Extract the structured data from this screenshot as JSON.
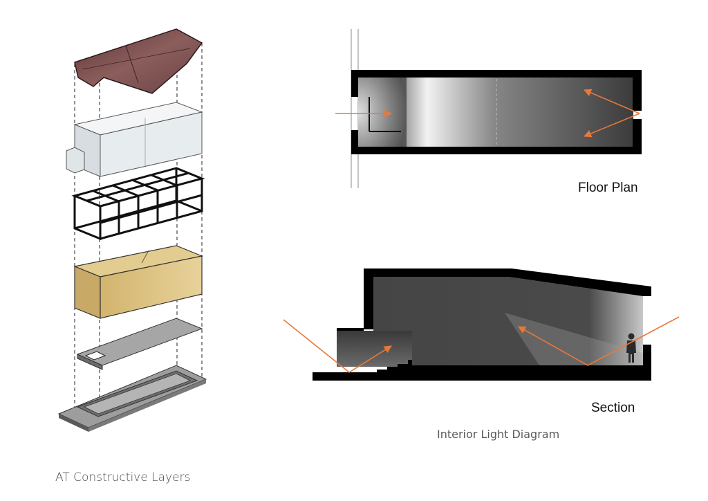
{
  "captions": {
    "constructive_layers": "AT Constructive Layers",
    "interior_light_diagram": "Interior Light Diagram",
    "floor_plan": "Floor Plan",
    "section": "Section"
  },
  "colors": {
    "light_ray": "#e8783a",
    "wall": "#000000",
    "roof": "#7a4e4e",
    "envelope": "#e6ebec",
    "timber": "#d9bf7d",
    "slab": "#9a9a9a",
    "foundation": "#8c8c8c"
  },
  "exploded_layers": [
    "roof",
    "envelope",
    "frame",
    "timber-cladding",
    "floor-slab",
    "foundation"
  ]
}
